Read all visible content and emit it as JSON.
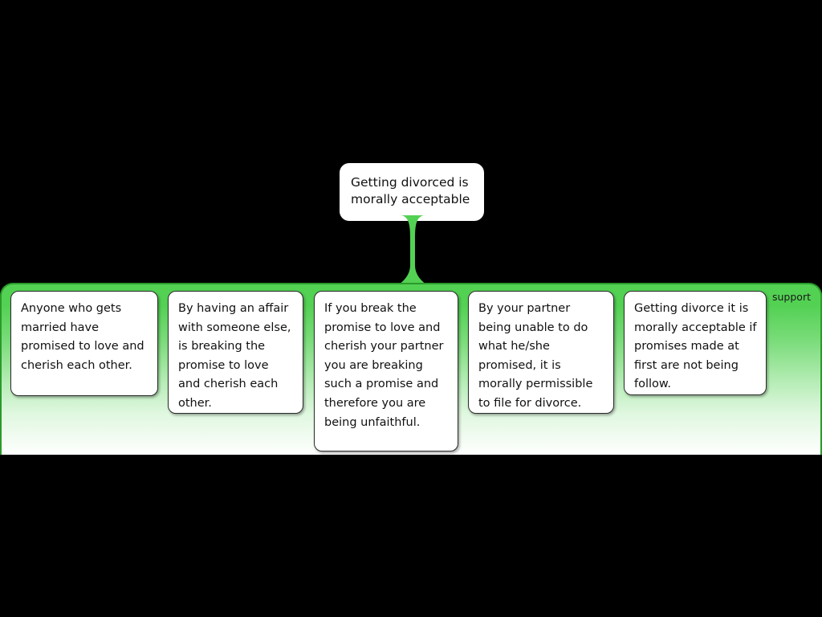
{
  "diagram": {
    "type": "argument-map",
    "root": {
      "text": "Getting divorced is morally acceptable"
    },
    "relation": {
      "label": "support",
      "color": "#53d153"
    },
    "reasons": [
      {
        "text": "Anyone who gets married have promised to love and cherish each other."
      },
      {
        "text": "By having an affair with someone else, is breaking the promise to love and cherish each other."
      },
      {
        "text": "If you break the promise to love and cherish your partner you are breaking such a promise and therefore you are being unfaithful."
      },
      {
        "text": "By your partner being unable to do what he/she promised, it is morally permissible to file for divorce."
      },
      {
        "text": "Getting divorce it is morally acceptable if promises made at first are not being follow."
      }
    ]
  }
}
